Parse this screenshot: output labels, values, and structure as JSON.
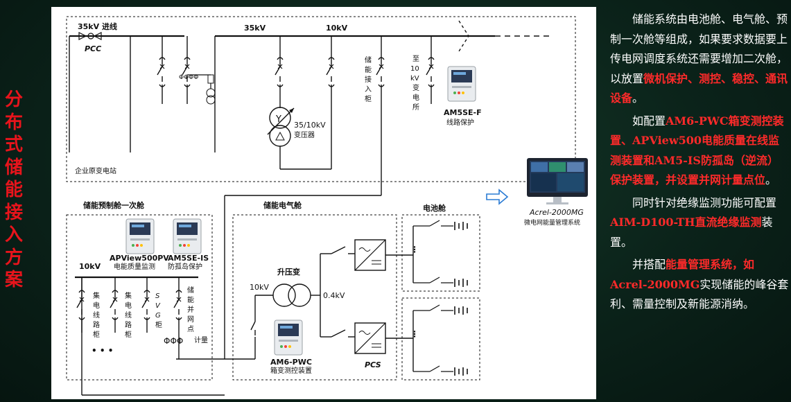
{
  "title_chars": [
    "分",
    "布",
    "式",
    "储",
    "能",
    "接",
    "入",
    "方",
    "案"
  ],
  "diagram": {
    "top": {
      "incoming_label": "35kV 进线",
      "pcc_label": "PCC",
      "bus35_label": "35kV",
      "bus10_label": "10kV",
      "storage_cabinet_label": [
        "储",
        "能",
        "接",
        "入",
        "柜"
      ],
      "to_sub_label": [
        "至",
        "10",
        "kV",
        "变",
        "电",
        "所"
      ],
      "transformer_label": "35/10kV",
      "transformer_sub": "变压器",
      "protector_name": "AM5SE-F",
      "protector_desc": "线路保护",
      "station_label": "企业原变电站"
    },
    "monitor": {
      "name": "Acrel-2000MG",
      "desc": "微电网能量管理系统"
    },
    "prefab": {
      "title": "储能预制舱一次舱",
      "bus_label": "10kV",
      "dev1_name": "APView500PV",
      "dev1_desc": "电能质量监测",
      "dev2_name": "AM5SE-IS",
      "dev2_desc": "防孤岛保护",
      "feeders": [
        [
          "集",
          "电",
          "线",
          "路",
          "柜"
        ],
        [
          "集",
          "电",
          "线",
          "路",
          "柜"
        ],
        [
          "S",
          "V",
          "G",
          "柜"
        ],
        [
          "储",
          "能",
          "并",
          "网",
          "点"
        ]
      ],
      "meter_label": "计量",
      "ellipsis": "• • •"
    },
    "electric": {
      "title": "储能电气舱",
      "step_up": "升压变",
      "hv_label": "10kV",
      "lv_label": "0.4kV",
      "device_name": "AM6-PWC",
      "device_desc": "箱变测控装置",
      "pcs_label": "PCS"
    },
    "battery": {
      "title": "电池舱"
    }
  },
  "text": {
    "p1": {
      "a": "储能系统由电池舱、电气舱、预制一次舱等组成，如果要求数据要上传电网调度系统还需要增加二次舱，以放置",
      "b": "微机保护、测控、稳控、通讯设备",
      "c": "。"
    },
    "p2": {
      "a": "如配置",
      "b": "AM6-PWC箱变测控装置、APView500电能质量在线监测装置和AM5-IS防孤岛（逆流）保护装置，并设置并网计量点位",
      "c": "。"
    },
    "p3": {
      "a": "同时针对绝缘监测功能可配置",
      "b": "AIM-D100-TH直流绝缘监测",
      "c": "装置。"
    },
    "p4": {
      "a": "并搭配",
      "b": "能量管理系统，如Acrel-2000MG",
      "c": "实现储能的峰谷套利、需量控制及新能源消纳。"
    }
  },
  "colors": {
    "accent": "#ff2a2a",
    "title": "#e8141c",
    "background": "#0b231a"
  }
}
